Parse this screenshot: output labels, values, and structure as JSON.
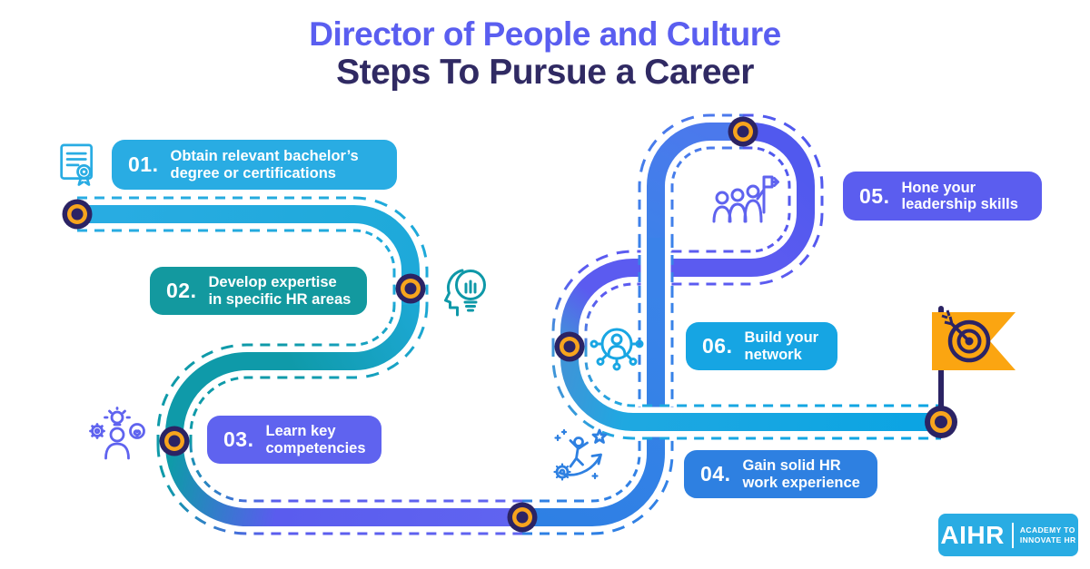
{
  "title": {
    "line1": "Director of People and Culture",
    "line2": "Steps To Pursue a Career"
  },
  "steps": [
    {
      "num": "01.",
      "line1": "Obtain relevant bachelor’s",
      "line2": "degree or certifications",
      "color": "#29ACE3",
      "icon": "certificate-icon"
    },
    {
      "num": "02.",
      "line1": "Develop expertise",
      "line2": "in specific HR areas",
      "color": "#13999F",
      "icon": "head-lightbulb-icon"
    },
    {
      "num": "03.",
      "line1": "Learn key",
      "line2": "competencies",
      "color": "#5F63EF",
      "icon": "person-skills-icon"
    },
    {
      "num": "04.",
      "line1": "Gain solid HR",
      "line2": "work experience",
      "color": "#2E80E1",
      "icon": "growth-arrow-icon"
    },
    {
      "num": "05.",
      "line1": "Hone your",
      "line2": "leadership skills",
      "color": "#5B5DEF",
      "icon": "leadership-team-icon"
    },
    {
      "num": "06.",
      "line1": "Build your",
      "line2": "network",
      "color": "#16A5E3",
      "icon": "network-people-icon"
    }
  ],
  "road": {
    "colors": {
      "cyan": "#29ACE3",
      "teal": "#0F9AA9",
      "purple": "#5B5BF0",
      "blue": "#3583E6"
    },
    "node_outer_color": "#2B2364",
    "node_ring_color": "#F7A41D",
    "node_count": 7
  },
  "flag": {
    "banner_color": "#FBA511",
    "target_color": "#2B2364"
  },
  "logo": {
    "brand": "AIHR",
    "tagline_line1": "ACADEMY TO",
    "tagline_line2": "INNOVATE HR",
    "bg": "#29ACE3"
  }
}
